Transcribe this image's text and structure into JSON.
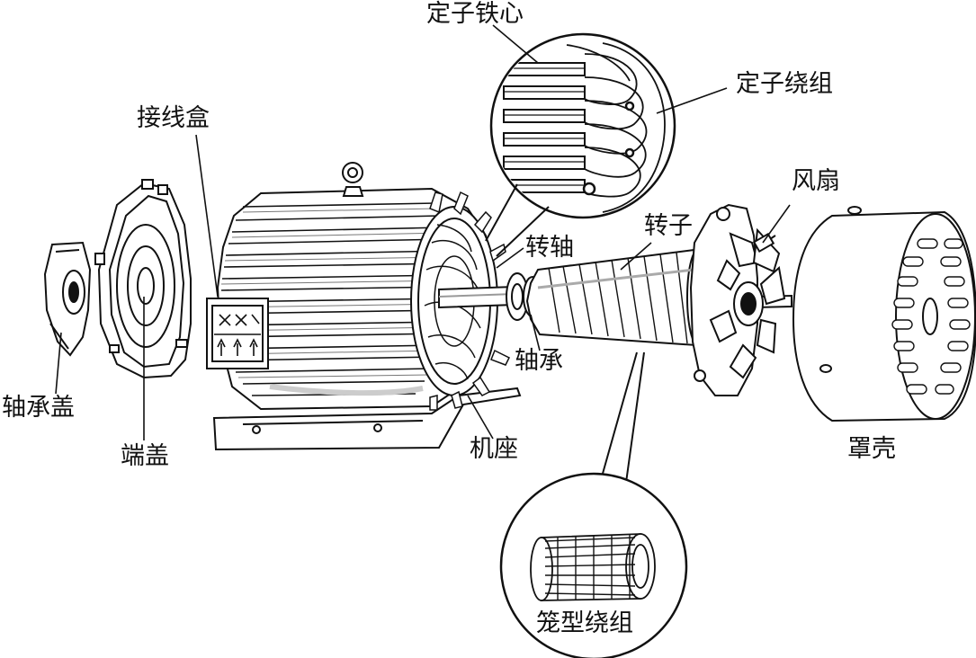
{
  "labels": {
    "stator_core": "定子铁心",
    "stator_winding": "定子绕组",
    "junction_box": "接线盒",
    "fan": "风扇",
    "rotor": "转子",
    "shaft": "转轴",
    "bearing": "轴承",
    "bearing_cap": "轴承盖",
    "end_cover": "端盖",
    "frame": "机座",
    "fan_cover": "罩壳",
    "cage_winding": "笼型绕组"
  },
  "colors": {
    "ink": "#111111",
    "paper": "#ffffff",
    "shade": "#e8e8e8"
  }
}
